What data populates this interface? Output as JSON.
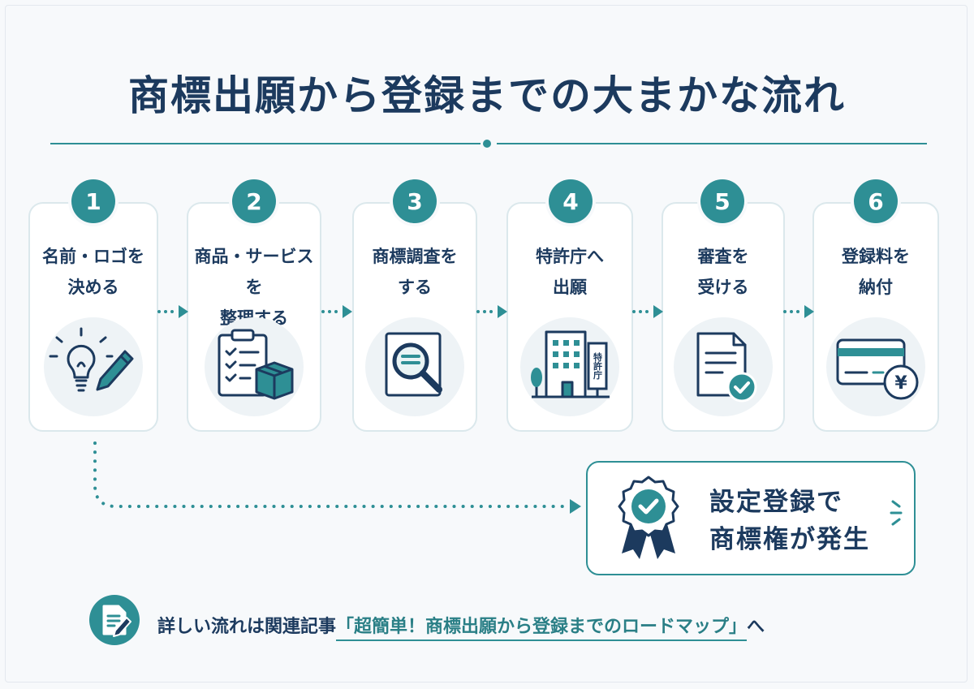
{
  "title": "商標出願から登録までの大まかな流れ",
  "steps": [
    {
      "number": "1",
      "label_line1": "名前・ロゴを",
      "label_line2": "決める",
      "icon": "lightbulb-pencil-icon"
    },
    {
      "number": "2",
      "label_line1": "商品・サービスを",
      "label_line2": "整理する",
      "icon": "clipboard-box-icon"
    },
    {
      "number": "3",
      "label_line1": "商標調査を",
      "label_line2": "する",
      "icon": "magnifier-document-icon"
    },
    {
      "number": "4",
      "label_line1": "特許庁へ",
      "label_line2": "出願",
      "icon": "patent-office-building-icon"
    },
    {
      "number": "5",
      "label_line1": "審査を",
      "label_line2": "受ける",
      "icon": "document-check-icon"
    },
    {
      "number": "6",
      "label_line1": "登録料を",
      "label_line2": "納付",
      "icon": "card-yen-icon"
    }
  ],
  "building_sign": "特許庁",
  "currency_symbol": "¥",
  "result": {
    "line1": "設定登録で",
    "line2": "商標権が発生",
    "icon": "award-badge-icon"
  },
  "footer": {
    "prefix": "詳しい流れは関連記事",
    "link": "「超簡単！商標出願から登録までのロードマップ」",
    "suffix": "へ",
    "icon": "document-pen-icon"
  },
  "colors": {
    "accent": "#2e8f95",
    "navy": "#1c3a5e",
    "card_border": "#dbe8ec",
    "icon_bg": "#eef3f6"
  }
}
